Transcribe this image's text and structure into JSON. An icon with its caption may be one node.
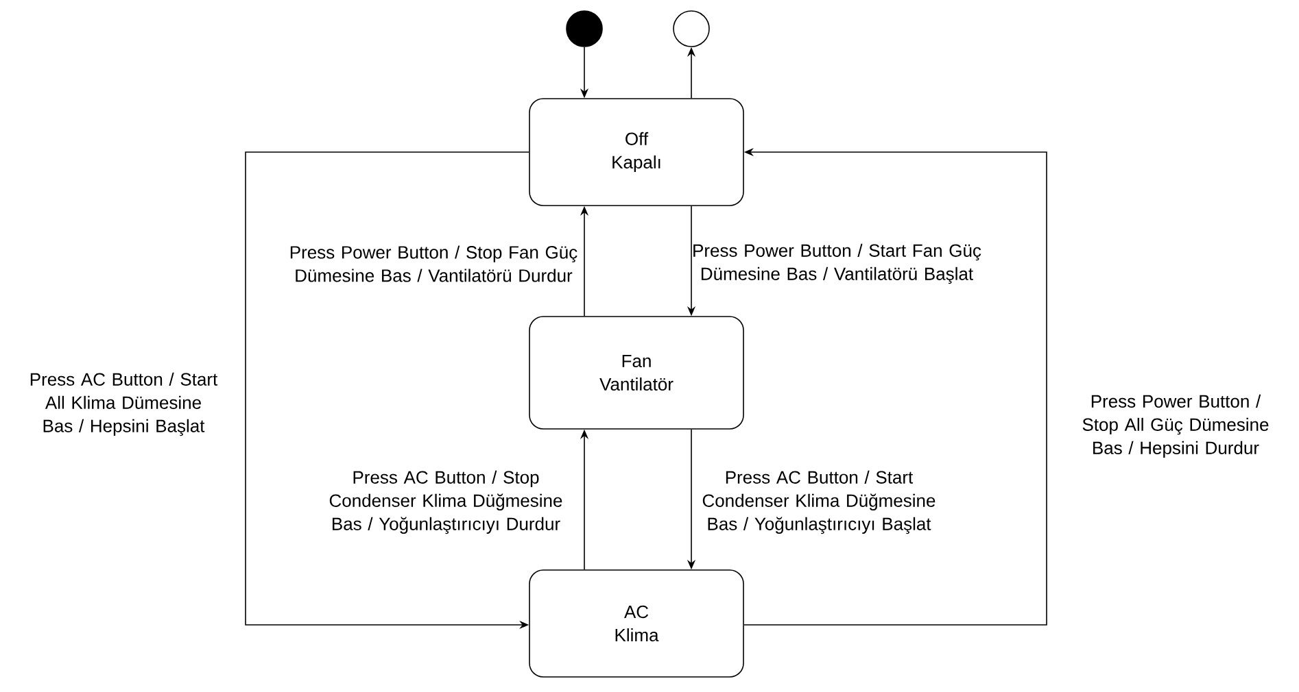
{
  "diagram": {
    "nodes": [
      {
        "text": [],
        "shape": "circle"
      },
      {
        "text": [],
        "shape": "circle"
      },
      {
        "text": [
          "Off",
          "Kapalı"
        ]
      },
      {
        "text": [
          "Fan",
          "Vantilatör"
        ]
      },
      {
        "text": [
          "AC",
          "Klima"
        ]
      }
    ],
    "edges": [
      {
        "from": 0,
        "to": 2,
        "arrow": "to"
      },
      {
        "from": 2,
        "to": 1,
        "arrow": "to"
      },
      {
        "from": 3,
        "to": 2,
        "arrow": "to",
        "label": "Press Power Button / Stop Fan Güç Dümesine Bas / Vantilatörü Durdur"
      },
      {
        "from": 2,
        "to": 3,
        "arrow": "to",
        "label": "Press Power Button / Start Fan Güç Dümesine Bas / Vantilatörü Başlat"
      },
      {
        "from": 2,
        "to": 4,
        "arrow": "to",
        "label": "Press AC Button / Start All Klima Dümesine Bas / Hepsini Başlat"
      },
      {
        "from": 4,
        "to": 3,
        "arrow": "to",
        "label": "Press AC Button / Stop Condenser Klima Düğmesine Bas / Yoğunlaştırıcıyı Durdur"
      },
      {
        "from": 3,
        "to": 4,
        "arrow": "to",
        "label": "Press AC Button / Start Condenser Klima Düğmesine Bas / Yoğunlaştırıcıyı Başlat"
      },
      {
        "from": 4,
        "to": 2,
        "arrow": "to",
        "label": "Press Power Button / Stop All Güç Dümesine Bas / Hepsini Durdur"
      }
    ]
  }
}
